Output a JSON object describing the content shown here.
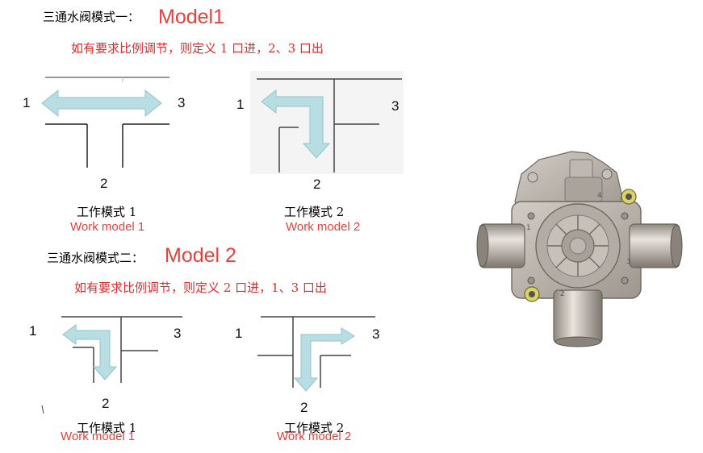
{
  "section1": {
    "heading": "三通水阀模式一：",
    "model": "Model1",
    "note": "如有要求比例调节，则定义 1 口进，2、3 口出"
  },
  "section2": {
    "heading": "三通水阀模式二：",
    "model": "Model 2",
    "note": "如有要求比例调节，则定义 2 口进，1、3 口出"
  },
  "diagrams": [
    {
      "ports": [
        "1",
        "2",
        "3"
      ],
      "caption_zh": "工作模式 1",
      "caption_en": "Work model 1"
    },
    {
      "ports": [
        "1",
        "2",
        "3"
      ],
      "caption_zh": "工作模式 2",
      "caption_en": "Work model 2"
    },
    {
      "ports": [
        "1",
        "2",
        "3"
      ],
      "caption_zh": "工作模式 1",
      "caption_en": "Work model 1"
    },
    {
      "ports": [
        "1",
        "2",
        "3"
      ],
      "caption_zh": "工作模式 2",
      "caption_en": "Work model 2"
    }
  ],
  "valve": {
    "port_marks": [
      "1",
      "2",
      "3",
      "4"
    ]
  },
  "colors": {
    "accent_red": "#e8413c",
    "arrow": "#b8dde3",
    "arrow_edge": "#8fc3cc",
    "valve_body": "#b9b2aa"
  }
}
